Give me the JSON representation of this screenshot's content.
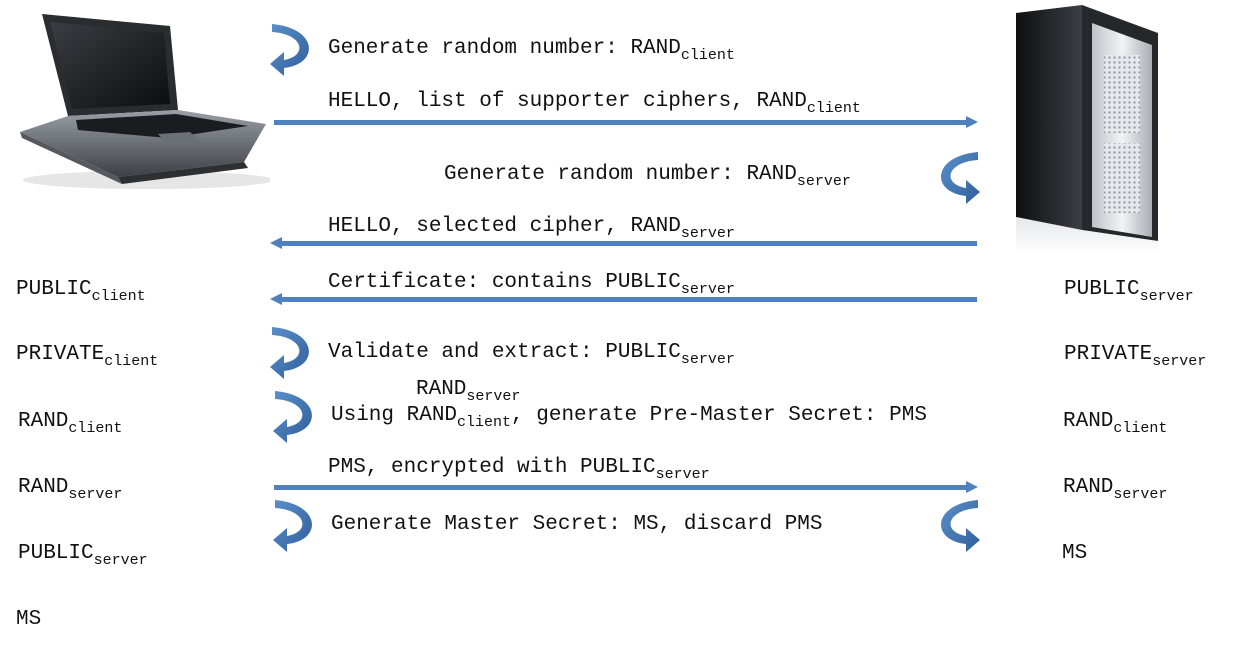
{
  "steps": [
    {
      "text": "Generate random number:  RAND",
      "sub": "client"
    },
    {
      "text": "HELLO, list of supporter ciphers, RAND",
      "sub": "client"
    },
    {
      "text": "Generate random number:  RAND",
      "sub": "server"
    },
    {
      "text": "HELLO, selected cipher, RAND",
      "sub": "server"
    },
    {
      "text": "Certificate: contains PUBLIC",
      "sub": "server"
    },
    {
      "text": "Validate and extract:  PUBLIC",
      "sub": "server"
    },
    {
      "top_text": "RAND",
      "top_sub": "server",
      "text_a": "Using RAND",
      "sub": "client",
      "text_b": ", generate Pre-Master Secret: PMS"
    },
    {
      "text": "PMS, encrypted with PUBLIC",
      "sub": "server"
    },
    {
      "text": "Generate Master Secret:  MS, discard PMS"
    }
  ],
  "client_keys": [
    {
      "text": "PUBLIC",
      "sub": "client"
    },
    {
      "text": "PRIVATE",
      "sub": "client"
    },
    {
      "text": "RAND",
      "sub": "client"
    },
    {
      "text": "RAND",
      "sub": "server"
    },
    {
      "text": "PUBLIC",
      "sub": "server"
    },
    {
      "text": "MS",
      "sub": ""
    }
  ],
  "server_keys": [
    {
      "text": "PUBLIC",
      "sub": "server"
    },
    {
      "text": "PRIVATE",
      "sub": "server"
    },
    {
      "text": "RAND",
      "sub": "client"
    },
    {
      "text": "RAND",
      "sub": "server"
    },
    {
      "text": "MS",
      "sub": ""
    }
  ],
  "icons": {
    "client": "laptop-icon",
    "server": "server-tower-icon",
    "self_step": "curved-arrow-icon"
  },
  "colors": {
    "arrow": "#4f81bd",
    "arrow_dark": "#3a6aa6"
  }
}
